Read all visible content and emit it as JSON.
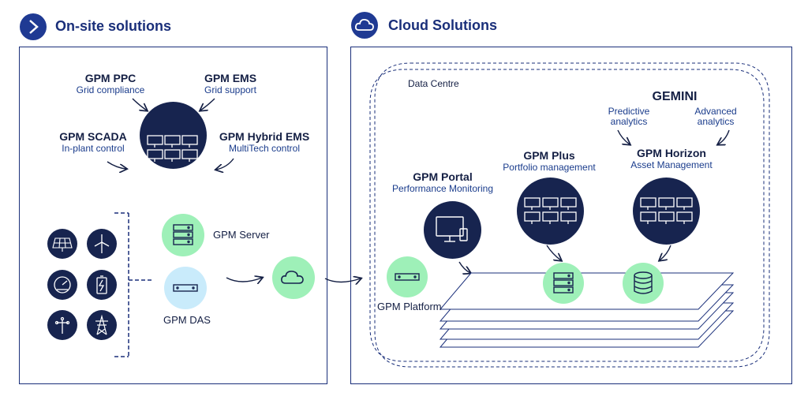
{
  "onsite": {
    "title": "On-site solutions",
    "header_icon": "chevron-right-icon",
    "ppc": {
      "name": "GPM PPC",
      "desc": "Grid compliance"
    },
    "ems": {
      "name": "GPM EMS",
      "desc": "Grid support"
    },
    "scada": {
      "name": "GPM SCADA",
      "desc": "In-plant control"
    },
    "hybrid": {
      "name": "GPM Hybrid EMS",
      "desc": "MultiTech control"
    },
    "server": {
      "name": "GPM Server"
    },
    "das": {
      "name": "GPM DAS"
    },
    "assets": [
      "solar-panel-icon",
      "wind-turbine-icon",
      "gauge-icon",
      "battery-icon",
      "sensor-icon",
      "power-tower-icon"
    ]
  },
  "cloud": {
    "title": "Cloud Solutions",
    "header_icon": "cloud-icon",
    "data_centre": "Data Centre",
    "gemini": {
      "name": "GEMINI",
      "left": "Predictive\nanalytics",
      "right": "Advanced\nanalytics"
    },
    "portal": {
      "name": "GPM Portal",
      "desc": "Performance Monitoring"
    },
    "plus": {
      "name": "GPM Plus",
      "desc": "Portfolio management"
    },
    "horizon": {
      "name": "GPM Horizon",
      "desc": "Asset Management"
    },
    "platform": {
      "name": "GPM Platform"
    }
  },
  "colors": {
    "navy": "#17244f",
    "accent": "#1f3a93",
    "green": "#9ef0b8",
    "light_blue": "#c9ebfb"
  }
}
